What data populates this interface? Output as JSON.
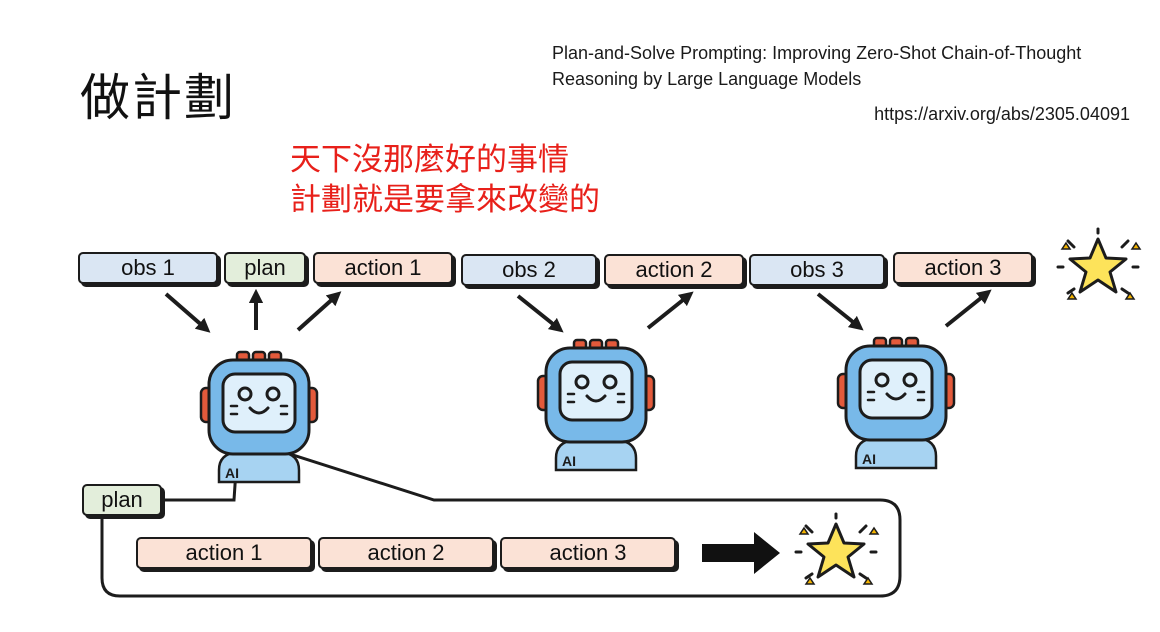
{
  "slide": {
    "title": "做計劃",
    "paper_title": "Plan-and-Solve Prompting: Improving Zero-Shot Chain-of-Thought Reasoning by Large Language Models",
    "paper_url": "https://arxiv.org/abs/2305.04091",
    "note_line1": "天下沒那麼好的事情",
    "note_line2": "計劃就是要拿來改變的"
  },
  "top_row": {
    "obs1": "obs 1",
    "plan": "plan",
    "action1": "action 1",
    "obs2": "obs 2",
    "action2": "action 2",
    "obs3": "obs 3",
    "action3": "action 3"
  },
  "robot_badge": "AI",
  "plan_box": {
    "label": "plan",
    "actions": [
      "action 1",
      "action 2",
      "action 3"
    ]
  },
  "colors": {
    "obs": "#dae6f3",
    "plan": "#e3eedb",
    "action": "#fbe2d6",
    "note_red": "#e8201a",
    "robot_blue": "#78b9e9",
    "star_yellow": "#fde35a"
  },
  "icons": [
    "robot-icon",
    "star-icon",
    "arrow-icon"
  ]
}
